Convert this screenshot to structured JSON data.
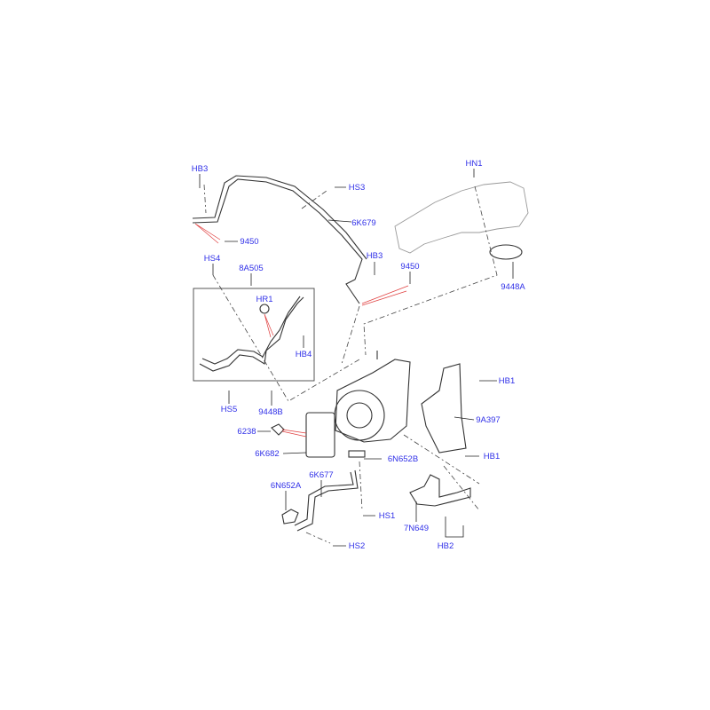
{
  "diagram": {
    "label_color": "#3030e8",
    "callouts": {
      "hb3_top": "HB3",
      "hs3": "HS3",
      "k679": "6K679",
      "p9450_left": "9450",
      "hn1": "HN1",
      "p9448a": "9448A",
      "hs4": "HS4",
      "a505": "8A505",
      "hr1": "HR1",
      "hb4": "HB4",
      "hs5": "HS5",
      "p9448b": "9448B",
      "hb3_mid": "HB3",
      "p9450_right": "9450",
      "hb1_top": "HB1",
      "a397": "9A397",
      "p6238": "6238",
      "k682": "6K682",
      "n652b": "6N652B",
      "hb1_bottom": "HB1",
      "k677": "6K677",
      "n652a": "6N652A",
      "hs1": "HS1",
      "n649": "7N649",
      "hs2": "HS2",
      "hb2": "HB2"
    }
  }
}
